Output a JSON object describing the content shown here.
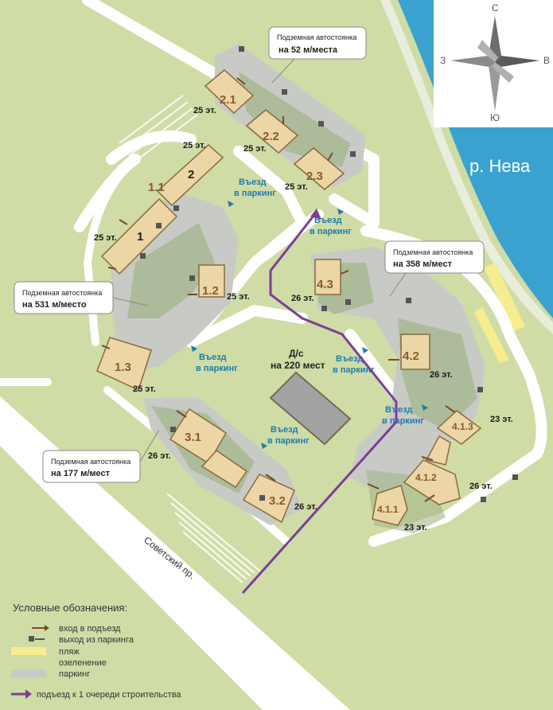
{
  "river": {
    "label": "р. Нева"
  },
  "compass": {
    "north": "С",
    "south": "Ю",
    "west": "З",
    "east": "В"
  },
  "street": {
    "label": "Советский пр."
  },
  "kindergarten": {
    "line1": "Д/с",
    "line2": "на 220 мест"
  },
  "buildings": {
    "b21": "2.1",
    "b22": "2.2",
    "b23": "2.3",
    "b11": "1.1",
    "b1": "1",
    "b2": "2",
    "b12": "1.2",
    "b13": "1.3",
    "b43": "4.3",
    "b42": "4.2",
    "b413": "4.1.3",
    "b412": "4.1.2",
    "b411": "4.1.1",
    "b31": "3.1",
    "b32": "3.2"
  },
  "floors": {
    "f21": "25 эт.",
    "f11top": "25 эт.",
    "f22": "25 эт.",
    "f23": "25 эт.",
    "f1": "25 эт.",
    "f12": "25 эт.",
    "f13": "25 эт.",
    "f43": "26 эт.",
    "f42": "26 эт.",
    "f413": "23 эт.",
    "f412": "26 эт.",
    "f411": "23 эт.",
    "f31": "26 эт.",
    "f32": "26 эт."
  },
  "entrances": {
    "e1a": "Въезд",
    "e1b": "в паркинг",
    "e2a": "Въезд",
    "e2b": "в паркинг",
    "e3a": "Въезд",
    "e3b": "в паркинг",
    "e4a": "Въезд",
    "e4b": "в паркинг",
    "e5a": "Въезд",
    "e5b": "в паркинг",
    "e6a": "Въезд",
    "e6b": "в паркинг"
  },
  "parking_callouts": {
    "p1a": "Подземная автостоянка",
    "p1b": "на 52 м/места",
    "p2a": "Подземная автостоянка",
    "p2b": "на 358 м/мест",
    "p3a": "Подземная автостоянка",
    "p3b": "на 531 м/место",
    "p4a": "Подземная автостоянка",
    "p4b": "на 177 м/мест"
  },
  "legend": {
    "title": "Условные обозначения:",
    "items": [
      "вход в подъезд",
      "выход из паркинга",
      "пляж",
      "озеленение",
      "паркинг"
    ],
    "route": "подъезд к 1 очереди строительства"
  },
  "colors": {
    "grass": "#cfdca6",
    "darkgreen": "#a3b58a",
    "parking": "#c8cac6",
    "road": "#ffffff",
    "building": "#ecd6a6",
    "building_stroke": "#8a6a3a",
    "water": "#3aa2cf",
    "beach": "#f7ec8e",
    "route": "#7a3f97",
    "arrow": "#7a4a22"
  }
}
